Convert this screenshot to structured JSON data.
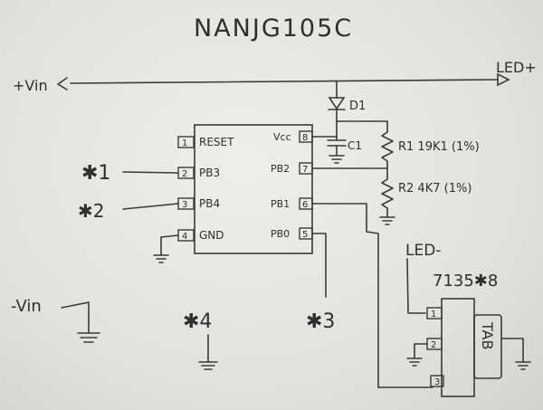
{
  "title": "NANJG105C",
  "rail": {
    "left_label": "+Vin",
    "right_label": "LED+"
  },
  "diode": {
    "label": "D1"
  },
  "capacitor": {
    "label": "C1"
  },
  "resistors": [
    {
      "label": "R1 19K1 (1%)"
    },
    {
      "label": "R2 4K7 (1%)"
    }
  ],
  "chip": {
    "pins": [
      {
        "num": "1",
        "name": "RESET"
      },
      {
        "num": "2",
        "name": "PB3"
      },
      {
        "num": "3",
        "name": "PB4"
      },
      {
        "num": "4",
        "name": "GND"
      },
      {
        "num": "5",
        "name": "PB0"
      },
      {
        "num": "6",
        "name": "PB1"
      },
      {
        "num": "7",
        "name": "PB2"
      },
      {
        "num": "8",
        "name": "Vcc"
      }
    ]
  },
  "stars": [
    {
      "label": "✱1"
    },
    {
      "label": "✱2"
    },
    {
      "label": "✱3"
    },
    {
      "label": "✱4"
    }
  ],
  "neg_vin": {
    "label": "-Vin"
  },
  "led_minus": {
    "label": "LED-"
  },
  "driver": {
    "label": "7135✱8",
    "tab": "TAB",
    "pins": [
      {
        "num": "1"
      },
      {
        "num": "2"
      },
      {
        "num": "3"
      }
    ]
  }
}
